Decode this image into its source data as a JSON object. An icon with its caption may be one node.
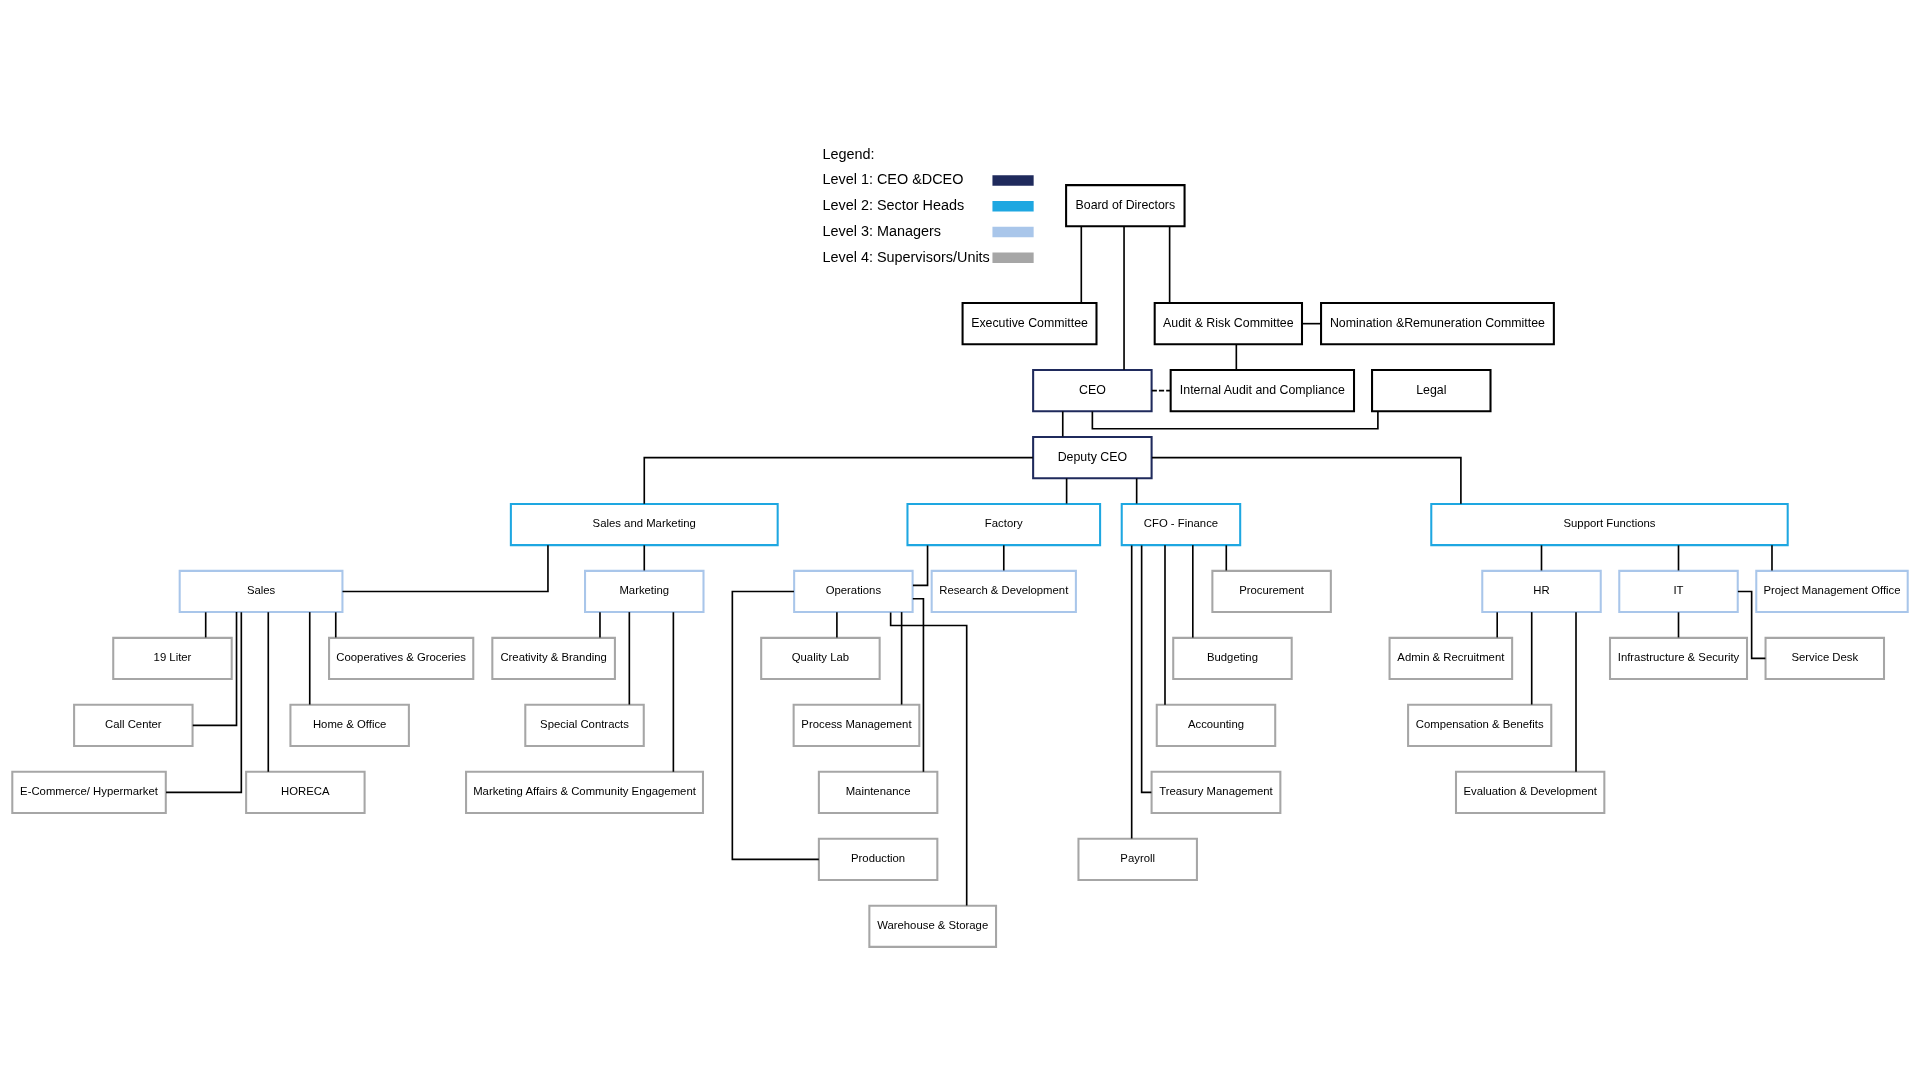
{
  "diagram": {
    "nodes": [
      {
        "text": [
          "Board of Directors"
        ]
      },
      {
        "text": [
          "Executive Committee"
        ]
      },
      {
        "text": [
          "Audit & Risk Committee"
        ]
      },
      {
        "text": [
          "Nomination &Remuneration Committee"
        ]
      },
      {
        "text": [
          "Legal"
        ]
      },
      {
        "text": [
          "CEO"
        ]
      },
      {
        "text": [
          "Internal Audit and Compliance"
        ]
      },
      {
        "text": [
          "Deputy CEO"
        ]
      },
      {
        "text": [
          "Sales and Marketing"
        ]
      },
      {
        "text": [
          "Factory"
        ]
      },
      {
        "text": [
          "CFO - Finance"
        ]
      },
      {
        "text": [
          "Support Functions"
        ]
      },
      {
        "text": [
          "Sales"
        ]
      },
      {
        "text": [
          "Marketing"
        ]
      },
      {
        "text": [
          "Operations"
        ]
      },
      {
        "text": [
          "Research & Development"
        ]
      },
      {
        "text": [
          "Procurement"
        ]
      },
      {
        "text": [
          "HR"
        ]
      },
      {
        "text": [
          "IT"
        ]
      },
      {
        "text": [
          "Project Management Office"
        ]
      },
      {
        "text": [
          "Cooperatives & Groceries"
        ]
      },
      {
        "text": [
          "19 Liter"
        ]
      },
      {
        "text": [
          "Creativity & Branding"
        ]
      },
      {
        "text": [
          "Quality Lab"
        ]
      },
      {
        "text": [
          "Budgeting"
        ]
      },
      {
        "text": [
          "Admin & Recruitment"
        ]
      },
      {
        "text": [
          "Service Desk"
        ]
      },
      {
        "text": [
          "Home & Office"
        ]
      },
      {
        "text": [
          "Call Center"
        ]
      },
      {
        "text": [
          "Special Contracts"
        ]
      },
      {
        "text": [
          "Process Management"
        ]
      },
      {
        "text": [
          "Accounting"
        ]
      },
      {
        "text": [
          "Compensation & Benefits"
        ]
      },
      {
        "text": [
          "Infrastructure & Security"
        ]
      },
      {
        "text": [
          "HORECA"
        ]
      },
      {
        "text": [
          "E-Commerce/ Hypermarket"
        ]
      },
      {
        "text": [
          "Marketing Affairs & Community Engagement"
        ]
      },
      {
        "text": [
          "Maintenance"
        ]
      },
      {
        "text": [
          "Treasury Management"
        ]
      },
      {
        "text": [
          "Evaluation & Development"
        ]
      },
      {
        "text": [
          "Production"
        ]
      },
      {
        "text": [
          "Payroll"
        ]
      },
      {
        "text": [
          "Warehouse & Storage"
        ]
      }
    ],
    "edges": [
      {
        "from": 0,
        "to": 5,
        "arrow": "none"
      },
      {
        "from": 0,
        "to": 1,
        "arrow": "none"
      },
      {
        "from": 0,
        "to": 2,
        "arrow": "none"
      },
      {
        "from": 2,
        "to": 3,
        "arrow": "none"
      },
      {
        "from": 5,
        "to": 4,
        "arrow": "none"
      },
      {
        "from": 5,
        "to": 6,
        "arrow": "none",
        "style": "dashed"
      },
      {
        "from": 2,
        "to": 6,
        "arrow": "none"
      },
      {
        "from": 5,
        "to": 7,
        "arrow": "none"
      },
      {
        "from": 7,
        "to": 8,
        "arrow": "none"
      },
      {
        "from": 7,
        "to": 9,
        "arrow": "none"
      },
      {
        "from": 7,
        "to": 10,
        "arrow": "none"
      },
      {
        "from": 7,
        "to": 11,
        "arrow": "none"
      },
      {
        "from": 8,
        "to": 12,
        "arrow": "none"
      },
      {
        "from": 8,
        "to": 13,
        "arrow": "none"
      },
      {
        "from": 12,
        "to": 20,
        "arrow": "none"
      },
      {
        "from": 12,
        "to": 27,
        "arrow": "none"
      },
      {
        "from": 12,
        "to": 34,
        "arrow": "none"
      },
      {
        "from": 12,
        "to": 21,
        "arrow": "none"
      },
      {
        "from": 12,
        "to": 28,
        "arrow": "none"
      },
      {
        "from": 12,
        "to": 35,
        "arrow": "none"
      },
      {
        "from": 13,
        "to": 22,
        "arrow": "none"
      },
      {
        "from": 13,
        "to": 29,
        "arrow": "none"
      },
      {
        "from": 13,
        "to": 36,
        "arrow": "none"
      },
      {
        "from": 9,
        "to": 14,
        "arrow": "none"
      },
      {
        "from": 9,
        "to": 15,
        "arrow": "none"
      },
      {
        "from": 14,
        "to": 23,
        "arrow": "none"
      },
      {
        "from": 14,
        "to": 30,
        "arrow": "none"
      },
      {
        "from": 14,
        "to": 37,
        "arrow": "none"
      },
      {
        "from": 14,
        "to": 40,
        "arrow": "none"
      },
      {
        "from": 14,
        "to": 42,
        "arrow": "none"
      },
      {
        "from": 10,
        "to": 16,
        "arrow": "none"
      },
      {
        "from": 10,
        "to": 24,
        "arrow": "none"
      },
      {
        "from": 10,
        "to": 31,
        "arrow": "none"
      },
      {
        "from": 10,
        "to": 38,
        "arrow": "none"
      },
      {
        "from": 10,
        "to": 41,
        "arrow": "none"
      },
      {
        "from": 11,
        "to": 17,
        "arrow": "none"
      },
      {
        "from": 11,
        "to": 18,
        "arrow": "none"
      },
      {
        "from": 11,
        "to": 19,
        "arrow": "none"
      },
      {
        "from": 17,
        "to": 25,
        "arrow": "none"
      },
      {
        "from": 17,
        "to": 32,
        "arrow": "none"
      },
      {
        "from": 17,
        "to": 39,
        "arrow": "none"
      },
      {
        "from": 18,
        "to": 26,
        "arrow": "none"
      },
      {
        "from": 18,
        "to": 33,
        "arrow": "none"
      }
    ],
    "labels": [
      "Legend:"
    ],
    "legend": [
      {
        "text": "Level 1: CEO &DCEO",
        "color": "#1f2a5c"
      },
      {
        "text": "Level 2: Sector Heads",
        "color": "#1ea7e1"
      },
      {
        "text": "Level 3: Managers",
        "color": "#a9c6ea"
      },
      {
        "text": "Level 4: Supervisors/Units",
        "color": "#a6a6a6"
      }
    ]
  }
}
